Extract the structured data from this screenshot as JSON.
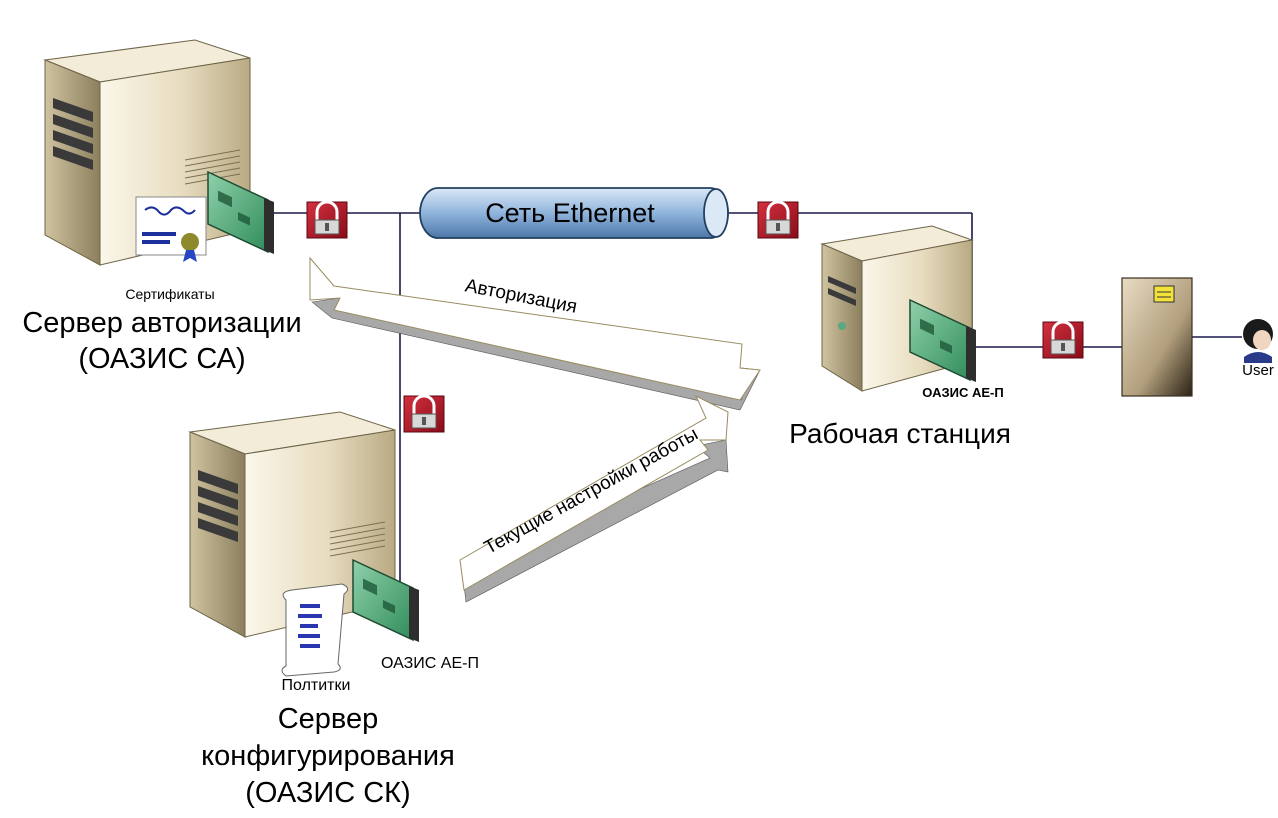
{
  "network": {
    "label": "Сеть Ethernet"
  },
  "auth_server": {
    "certificates_label": "Сертификаты",
    "title_line1": "Сервер авторизации",
    "title_line2": "(ОАЗИС СА)"
  },
  "config_server": {
    "policies_label": "Полтитки",
    "card_label": "ОАЗИС АЕ-П",
    "title_line1": "Сервер",
    "title_line2": "конфигурирования",
    "title_line3": "(ОАЗИС СК)"
  },
  "workstation": {
    "card_label": "ОАЗИС АЕ-П",
    "title": "Рабочая станция"
  },
  "arrows": {
    "authorization": "Авторизация",
    "settings": "Текущие настройки работы"
  },
  "user": {
    "label": "User"
  },
  "colors": {
    "lock_red": "#b01020",
    "tube_blue": "#8fb4dc",
    "server_beige": "#e6dcc0",
    "board_green": "#2f8c5a",
    "arrow_gray": "#a8a8a8"
  }
}
